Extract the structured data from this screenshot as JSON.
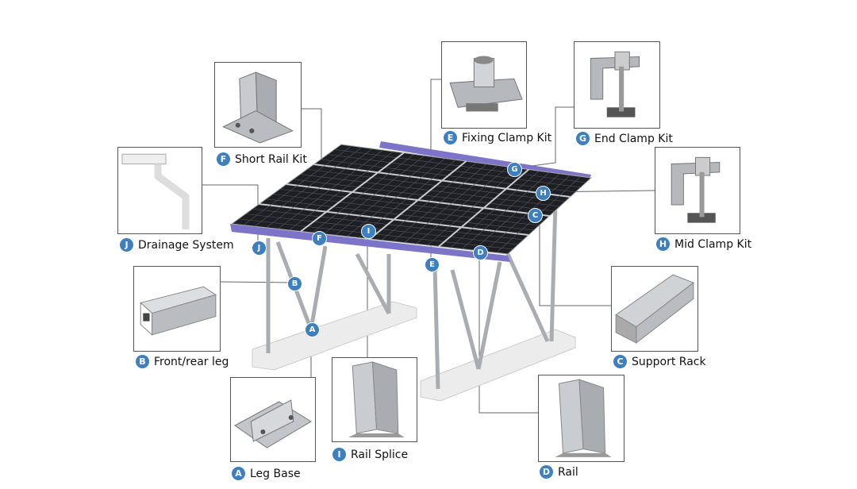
{
  "badge_color": "#3d7fbf",
  "components": [
    {
      "letter": "F",
      "name": "Short Rail Kit"
    },
    {
      "letter": "J",
      "name": "Drainage System"
    },
    {
      "letter": "E",
      "name": "Fixing Clamp Kit"
    },
    {
      "letter": "G",
      "name": "End Clamp Kit"
    },
    {
      "letter": "H",
      "name": "Mid Clamp Kit"
    },
    {
      "letter": "B",
      "name": "Front/rear leg"
    },
    {
      "letter": "C",
      "name": "Support Rack"
    },
    {
      "letter": "A",
      "name": "Leg Base"
    },
    {
      "letter": "I",
      "name": "Rail Splice"
    },
    {
      "letter": "D",
      "name": "Rail"
    }
  ],
  "structure_markers": [
    "G",
    "H",
    "C",
    "F",
    "I",
    "J",
    "E",
    "D",
    "B",
    "A"
  ]
}
